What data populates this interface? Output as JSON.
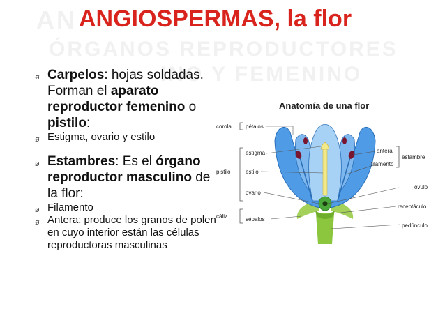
{
  "ghost": {
    "line1": "AN",
    "line2": "ÓRGANOS REPRODUCTORES",
    "line3": "INO Y FEMENINO"
  },
  "slide": {
    "title": "ANGIOSPERMAS, la flor"
  },
  "content": {
    "bullet_symbol": "ø",
    "carpelos": {
      "term": "Carpelos",
      "t1": ": hojas soldadas. Forman el ",
      "b1": "aparato reproductor femenino",
      "t2": " o ",
      "b2": "pistilo",
      "t3": ":"
    },
    "sub1": "Estigma, ovario y estilo",
    "estambres": {
      "term": "Estambres",
      "t1": ": Es el ",
      "b1": "órgano reproductor masculino",
      "t2": " de la flor:"
    },
    "sub2": "Filamento",
    "sub3": "Antera: produce los granos de polen en cuyo interior están las células reproductoras masculinas"
  },
  "diagram": {
    "title": "Anatomía de una flor",
    "labels": {
      "corola": "corola",
      "petalos": "pétalos",
      "estigma": "estigma",
      "pistilo": "pistilo",
      "estilo": "estilo",
      "ovario": "ovario",
      "caliz": "cáliz",
      "sepalos": "sépalos",
      "antera": "antera",
      "estambre": "estambre",
      "filamento": "filamento",
      "ovulo": "óvulo",
      "receptaculo": "receptáculo",
      "pedunculo": "pedúnculo"
    },
    "colors": {
      "petal": "#4f9be6",
      "petal_light": "#a8d2f5",
      "stem": "#8cc63f",
      "pistil": "#f2e98a",
      "anther": "#7a1530",
      "title": "#d8241d"
    }
  }
}
